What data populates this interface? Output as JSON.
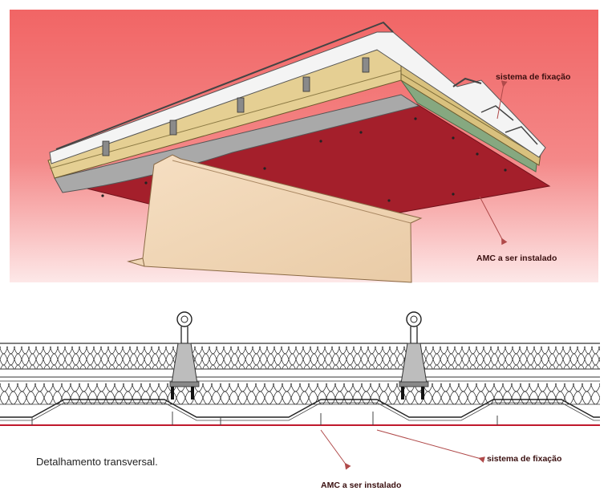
{
  "labels": {
    "top_fixing_system": "sistema de fixação",
    "top_amc": "AMC a ser instalado",
    "bottom_fixing_system": "sistema de fixação",
    "bottom_amc": "AMC a ser instalado",
    "caption": "Detalhamento transversal."
  },
  "colors": {
    "background_gradient_top": "#f26a6a",
    "background_gradient_bottom": "#fbe3e3",
    "amc_panel": "#a41f2b",
    "beige_panel": "#f0d7b8",
    "insulation_board": "#e6cf92",
    "grey_deck": "#a8a8a8",
    "green_layer": "#7fa07a",
    "section_red_line": "#c0182c",
    "arrow": "#b04a4a"
  }
}
